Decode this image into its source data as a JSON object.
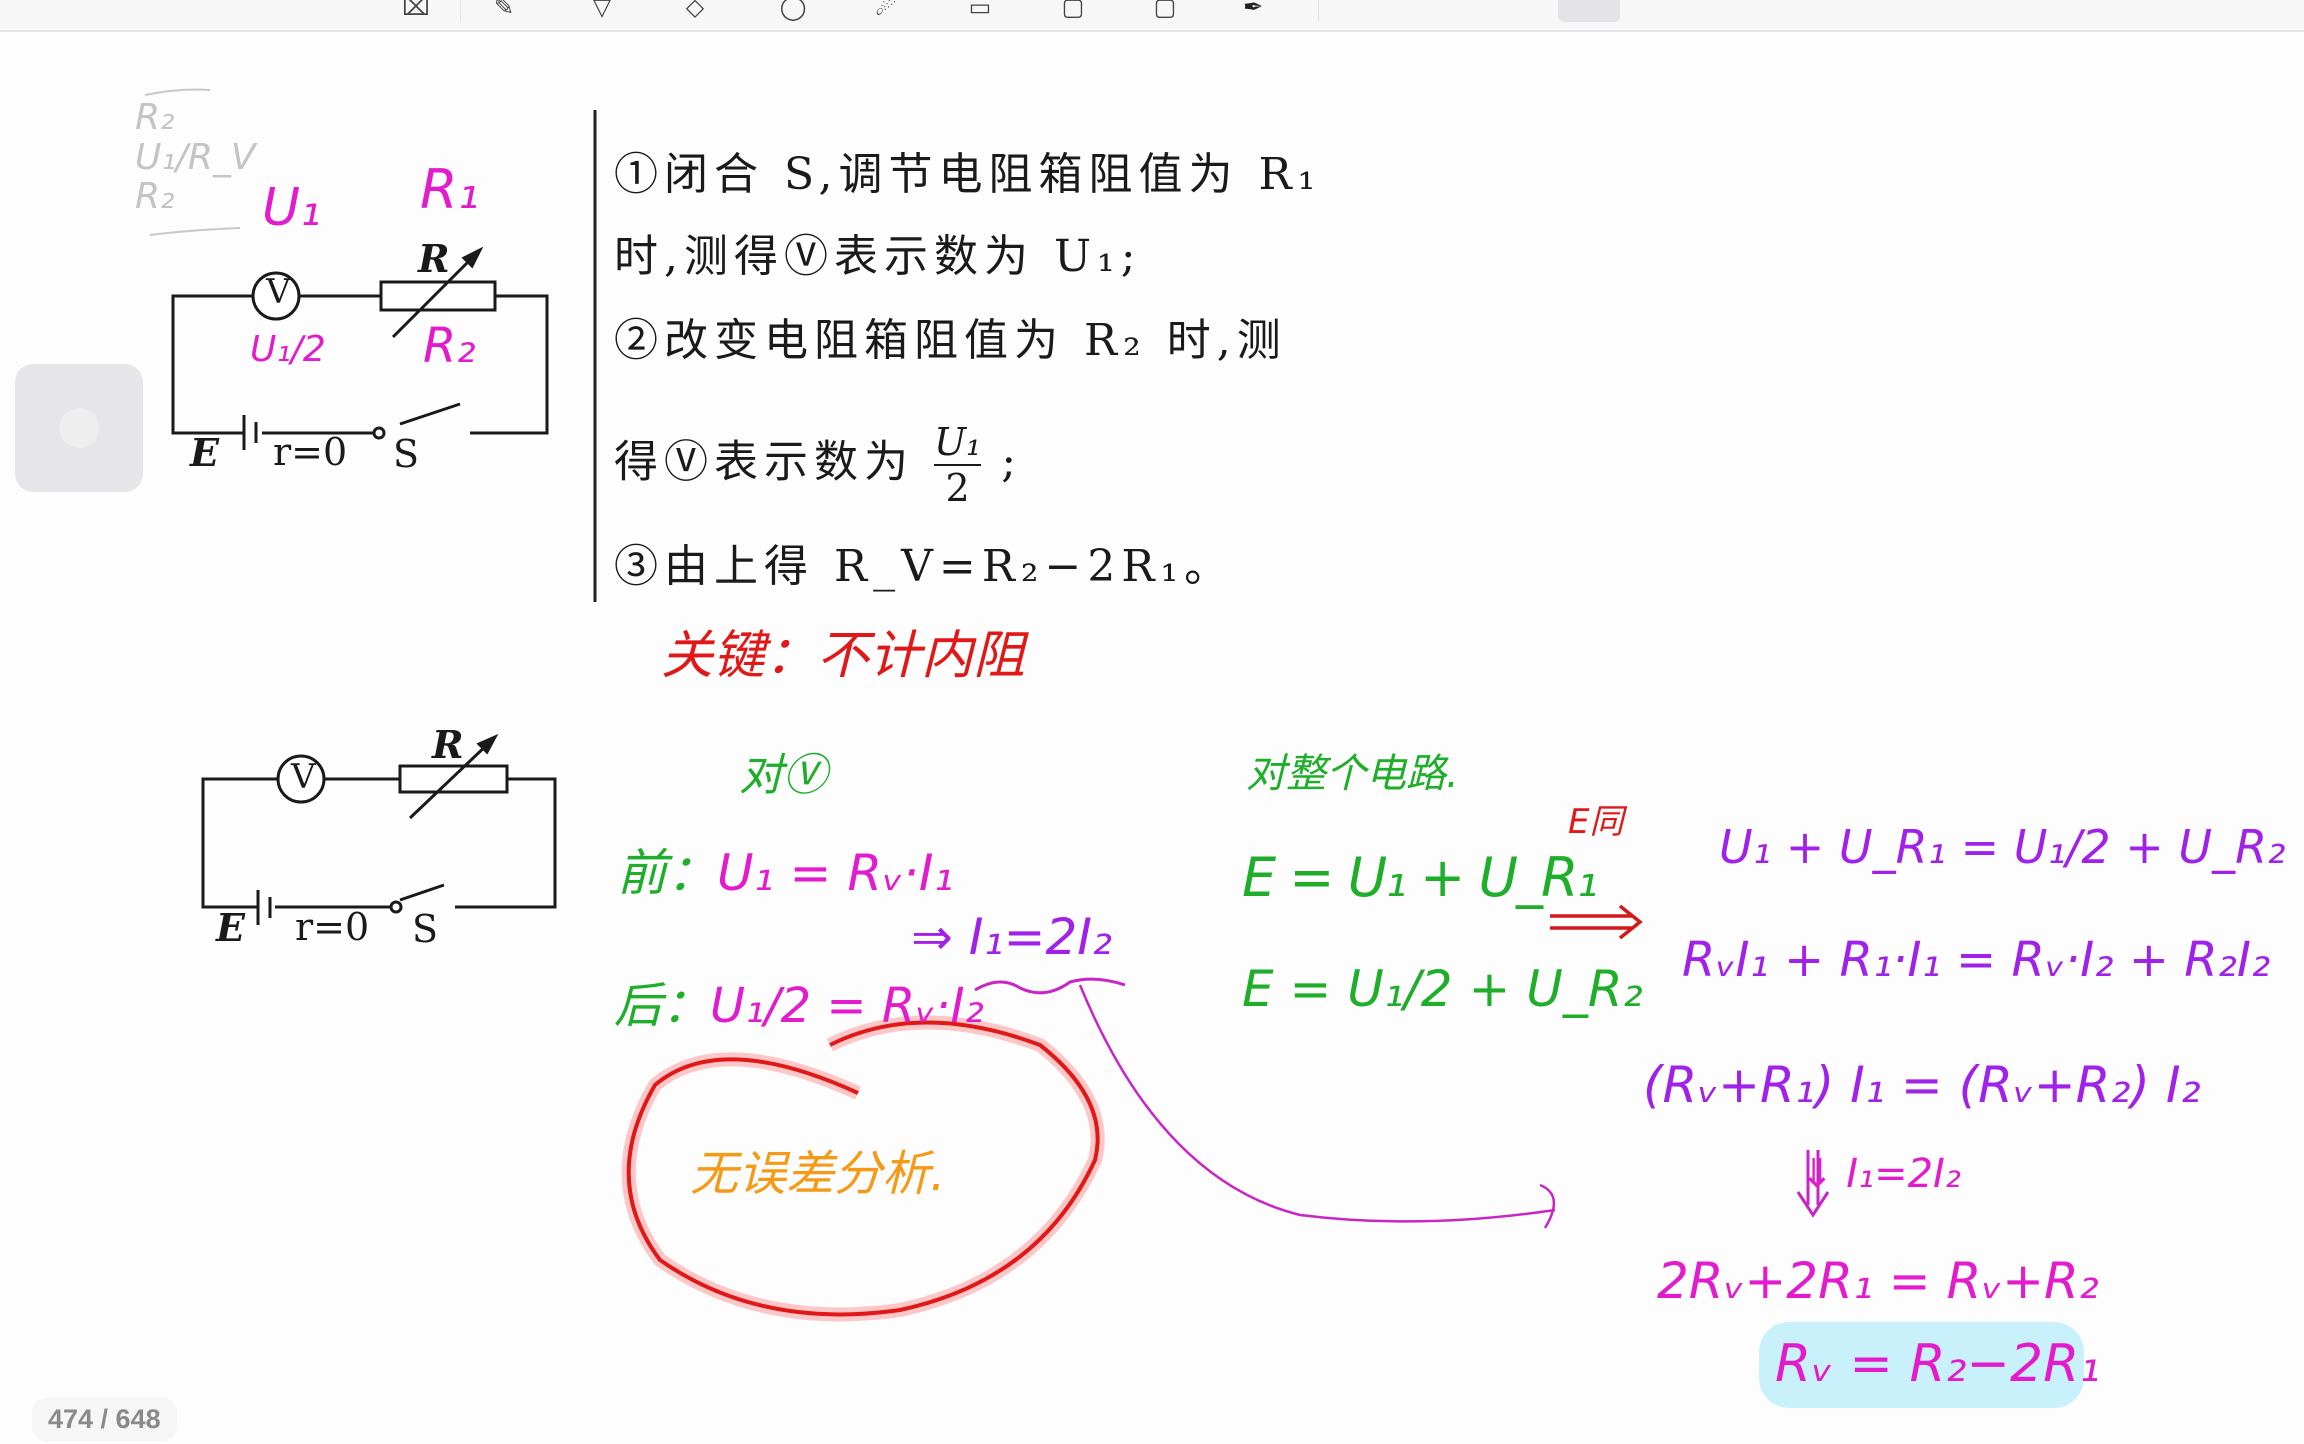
{
  "toolbar": {
    "tools": [
      "lasso-icon",
      "pen-icon",
      "highlighter-icon",
      "eraser-icon",
      "shapes-icon",
      "laser-icon",
      "text-icon",
      "image-icon",
      "add-page-icon",
      "marker-icon"
    ]
  },
  "circuit1": {
    "voltmeter": "V",
    "resistor": "R",
    "emf": "E",
    "internal": "r=0",
    "switch": "S",
    "annot_U1": "U₁",
    "annot_R1": "R₁",
    "annot_U1_2": "U₁/2",
    "annot_R2": "R₂",
    "faint_scribble": "R₂ U₁/R_V R₂"
  },
  "steps": {
    "line1": "①闭合 S,调节电阻箱阻值为 R₁",
    "line2": "时,测得Ⓥ表示数为 U₁;",
    "line3": "②改变电阻箱阻值为 R₂ 时,测",
    "line4_pre": "得Ⓥ表示数为",
    "line4_num": "U₁",
    "line4_den": "2",
    "line4_post": ";",
    "line5": "③由上得 R_V=R₂−2R₁。"
  },
  "notes": {
    "key": "关键：不计内阻",
    "for_v": "对Ⓥ",
    "before_label": "前：",
    "before_eq": "U₁ = Rᵥ·I₁",
    "implies": "⇒ I₁=2I₂",
    "after_label": "后：",
    "after_eq": "U₁/2 = Rᵥ·I₂",
    "no_error": "无误差分析.",
    "whole_circuit": "对整个电路.",
    "eq_e1": "E = U₁ + U_R₁",
    "eq_e2": "E = U₁/2 + U_R₂",
    "e_same": "E同",
    "d1": "U₁ + U_R₁ = U₁/2 + U_R₂",
    "d2": "RᵥI₁ + R₁·I₁ = Rᵥ·I₂ + R₂I₂",
    "d3": "(Rᵥ+R₁) I₁ = (Rᵥ+R₂) I₂",
    "d4": "⇓ I₁=2I₂",
    "d5": "2Rᵥ+2R₁ = Rᵥ+R₂",
    "d6": "Rᵥ = R₂−2R₁"
  },
  "circuit2": {
    "voltmeter": "V",
    "resistor": "R",
    "emf": "E",
    "internal": "r=0",
    "switch": "S"
  },
  "page_counter": "474 / 648",
  "colors": {
    "green": "#1fae2a",
    "magenta": "#e21ccc",
    "purple": "#a022e8",
    "red": "#e01818",
    "orange": "#f59a17",
    "highlight": "#c9f1fb"
  }
}
